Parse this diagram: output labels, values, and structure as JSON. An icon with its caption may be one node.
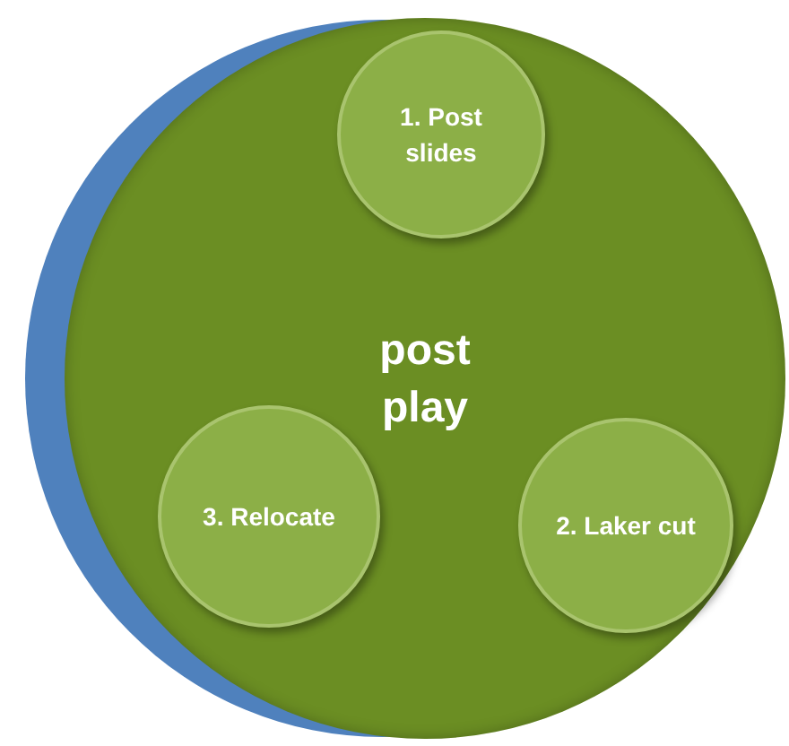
{
  "diagram": {
    "nodes": [
      {
        "text": [
          "post play"
        ]
      },
      {
        "text": [
          "1. Post slides"
        ],
        "in": 0
      },
      {
        "text": [
          "2. Laker cut"
        ],
        "in": 0
      },
      {
        "text": [
          "3. Relocate"
        ],
        "in": 0
      }
    ]
  }
}
